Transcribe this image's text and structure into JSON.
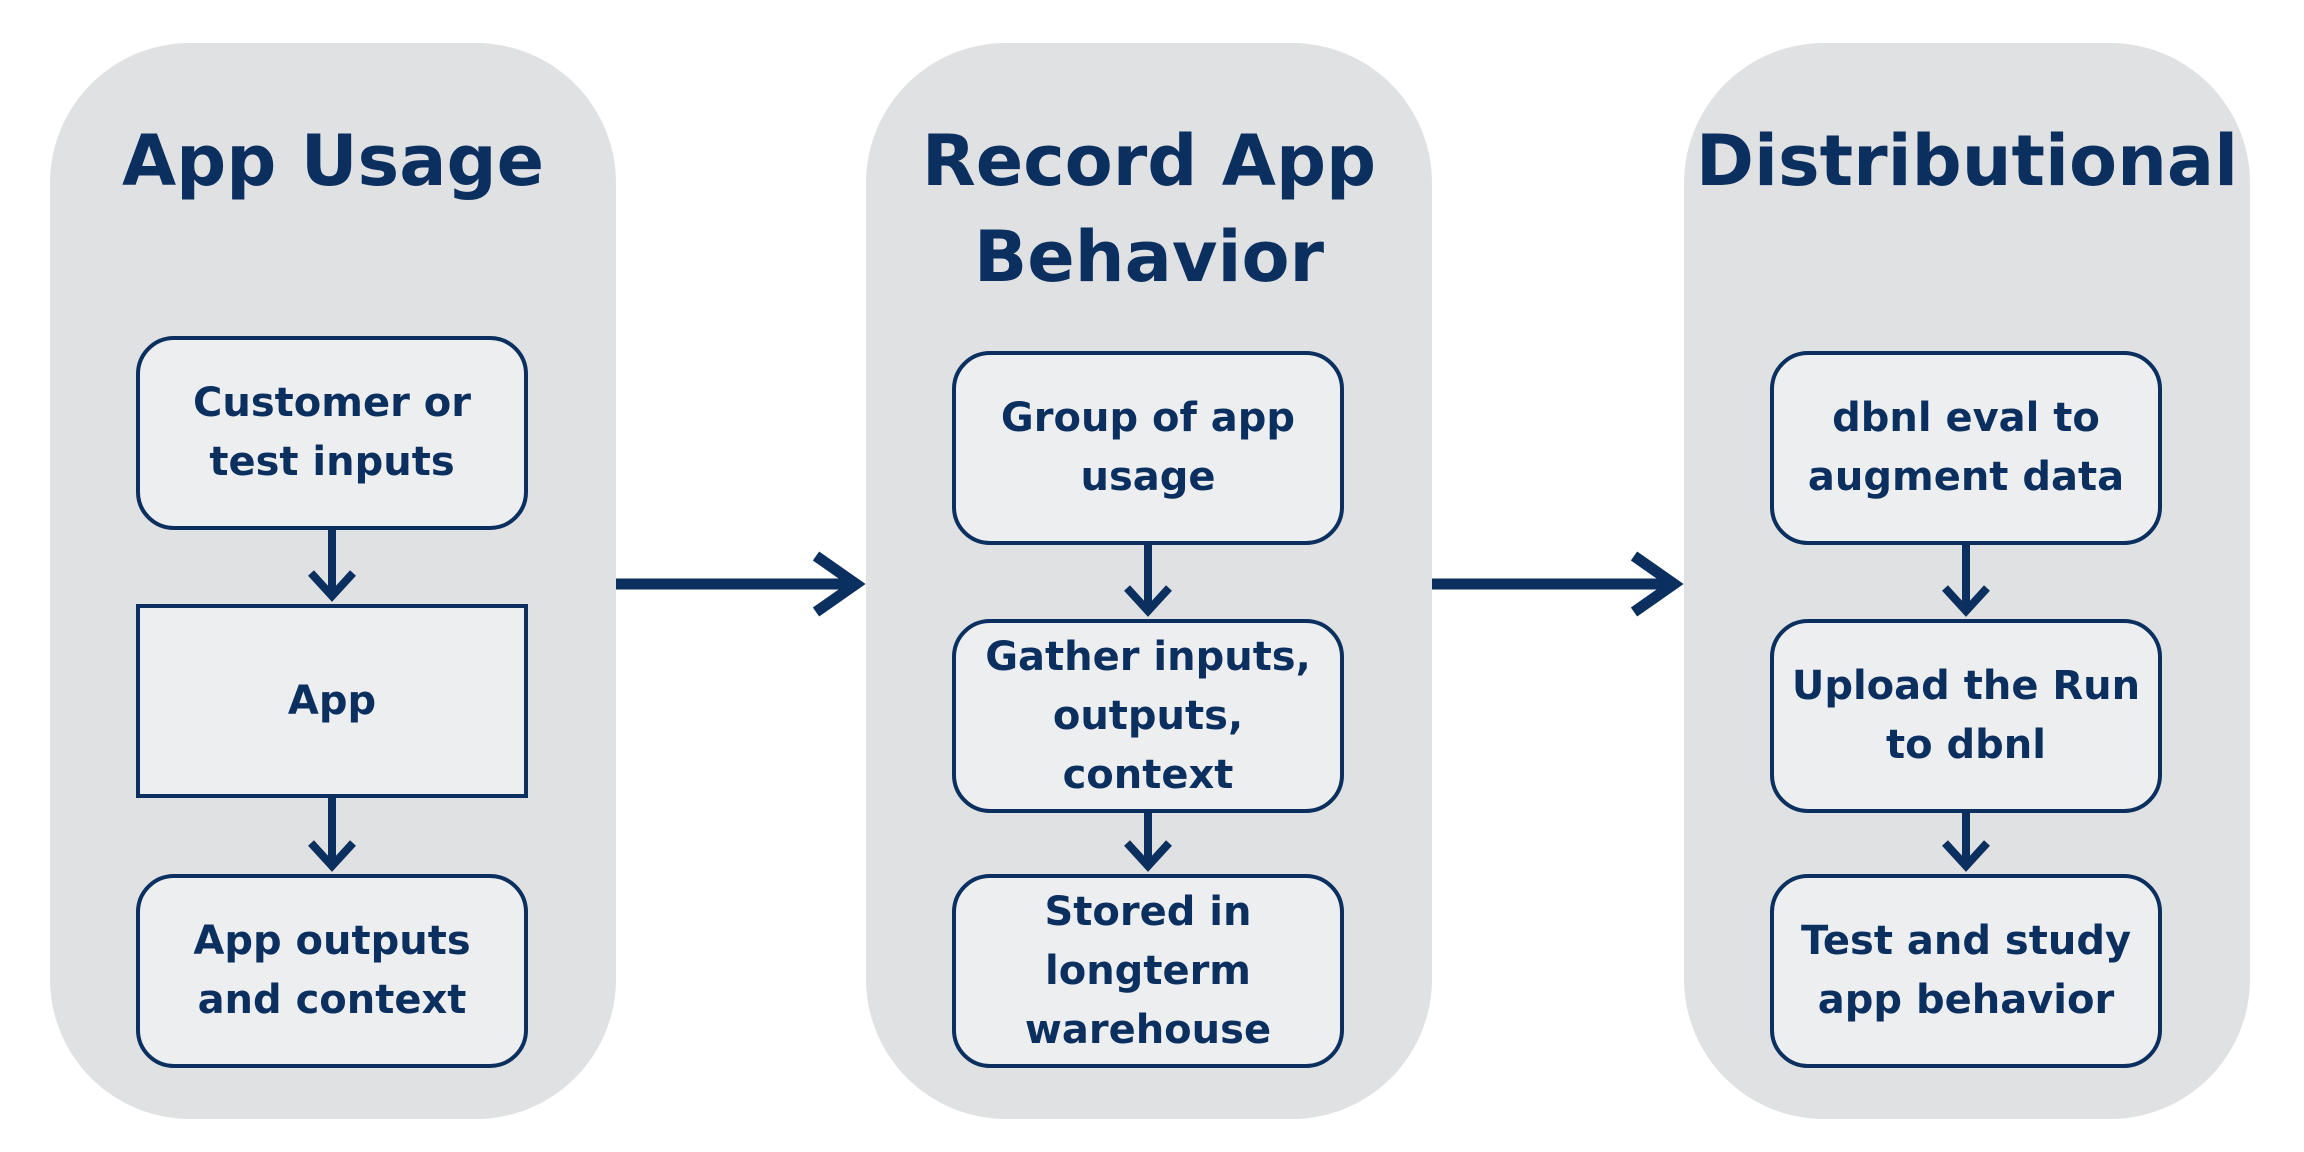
{
  "columns": [
    {
      "title": "App Usage",
      "boxes": [
        "Customer or test inputs",
        "App",
        "App outputs and context"
      ]
    },
    {
      "title": "Record App Behavior",
      "boxes": [
        "Group of app usage",
        "Gather inputs, outputs, context",
        "Stored in longterm warehouse"
      ]
    },
    {
      "title": "Distributional",
      "boxes": [
        "dbnl eval to augment data",
        "Upload the Run to dbnl",
        "Test and study app behavior"
      ]
    }
  ],
  "colors": {
    "column_bg": "#e0e1e3",
    "box_fill": "#eceeef",
    "ink": "#0b2f5f"
  }
}
